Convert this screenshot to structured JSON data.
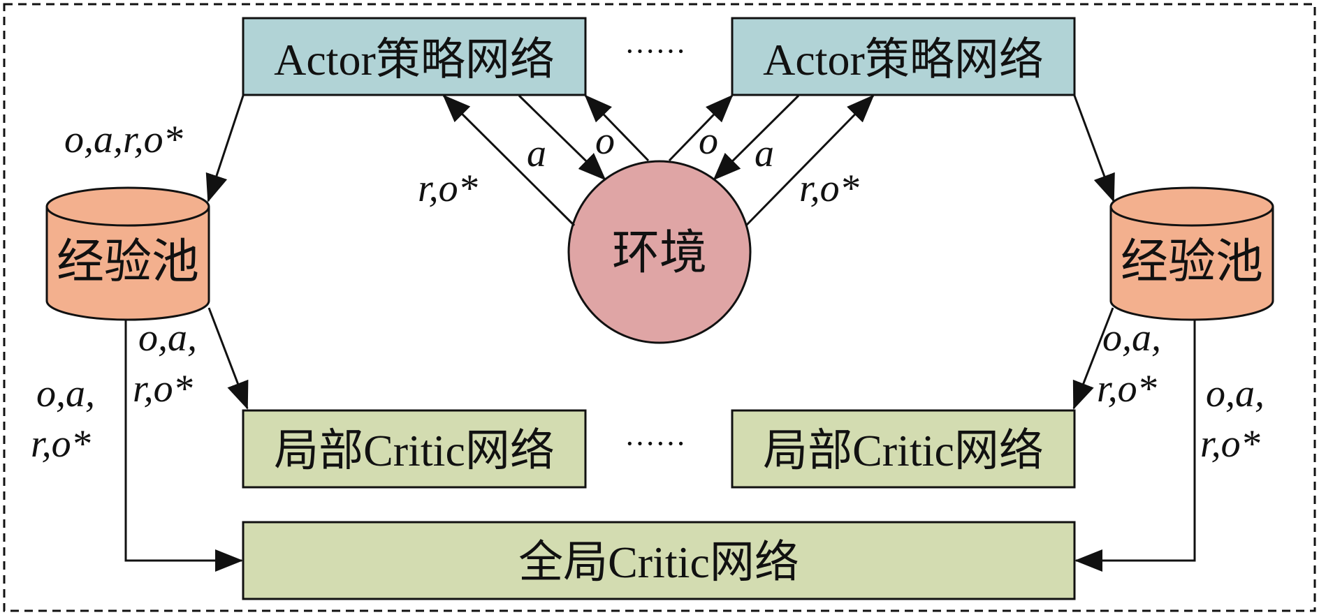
{
  "nodes": {
    "actor_left": "Actor策略网络",
    "actor_right": "Actor策略网络",
    "ellipsis_top": "······",
    "env": "环境",
    "pool_left": "经验池",
    "pool_right": "经验池",
    "local_critic_left": "局部Critic网络",
    "local_critic_right": "局部Critic网络",
    "ellipsis_bottom": "······",
    "global_critic": "全局Critic网络"
  },
  "edges": {
    "actor_to_pool_left": "o,a,r,o*",
    "env_to_actor_left": "r,o*",
    "actor_left_to_env": "a",
    "env_to_actor_left_obs": "o",
    "env_to_actor_right_obs": "o",
    "actor_right_to_env": "a",
    "env_to_actor_right": "r,o*",
    "pool_left_to_local_line1": "o,a,",
    "pool_left_to_local_line2": "r,o*",
    "pool_left_to_global_line1": "o,a,",
    "pool_left_to_global_line2": "r,o*",
    "pool_right_to_local_line1": "o,a,",
    "pool_right_to_local_line2": "r,o*",
    "pool_right_to_global_line1": "o,a,",
    "pool_right_to_global_line2": "r,o*"
  },
  "colors": {
    "actor_fill": "#b1d3d6",
    "critic_fill": "#d3dcb1",
    "pool_fill": "#f3b08e",
    "env_fill": "#dfa5a5",
    "stroke": "#111111"
  }
}
